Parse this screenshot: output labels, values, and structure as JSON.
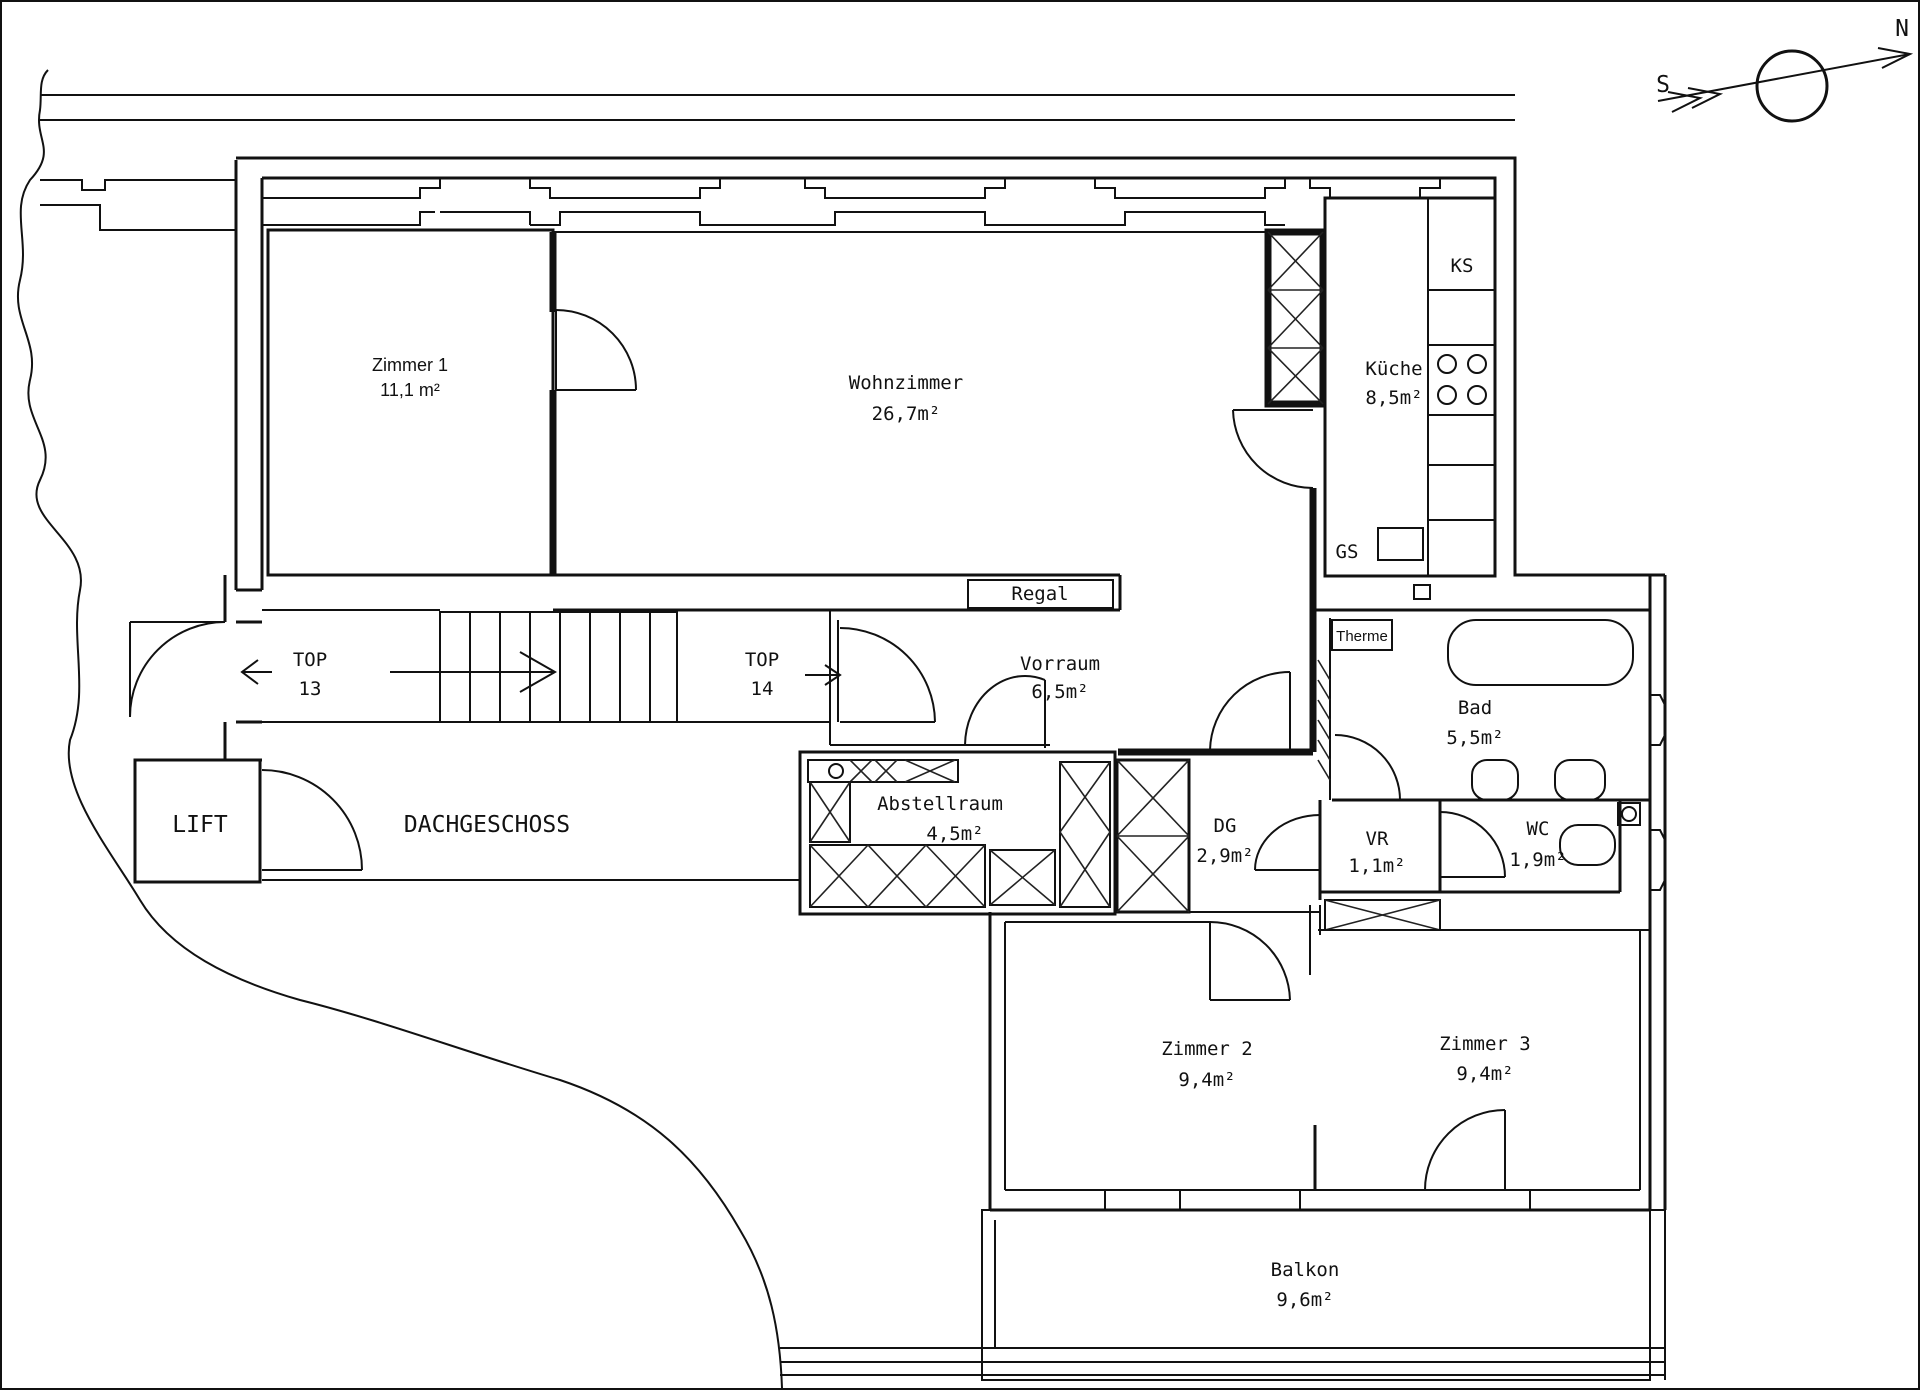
{
  "compass": {
    "south": "S",
    "north": "N"
  },
  "rooms": {
    "zimmer1": {
      "name": "Zimmer 1",
      "area": "11,1 m²"
    },
    "wohnzimmer": {
      "name": "Wohnzimmer",
      "area": "26,7m²"
    },
    "kueche": {
      "name": "Küche",
      "area": "8,5m²"
    },
    "vorraum": {
      "name": "Vorraum",
      "area": "6,5m²"
    },
    "abstellraum": {
      "name": "Abstellraum",
      "area": "4,5m²"
    },
    "dg": {
      "name": "DG",
      "area": "2,9m²"
    },
    "vr": {
      "name": "VR",
      "area": "1,1m²"
    },
    "wc": {
      "name": "WC",
      "area": "1,9m²"
    },
    "bad": {
      "name": "Bad",
      "area": "5,5m²"
    },
    "zimmer2": {
      "name": "Zimmer 2",
      "area": "9,4m²"
    },
    "zimmer3": {
      "name": "Zimmer 3",
      "area": "9,4m²"
    },
    "balkon": {
      "name": "Balkon",
      "area": "9,6m²"
    }
  },
  "labels": {
    "ks": "KS",
    "gs": "GS",
    "regal": "Regal",
    "therme": "Therme",
    "top13": {
      "line1": "TOP",
      "line2": "13"
    },
    "top14": {
      "line1": "TOP",
      "line2": "14"
    },
    "lift": "LIFT",
    "dachgeschoss": "DACHGESCHOSS"
  }
}
